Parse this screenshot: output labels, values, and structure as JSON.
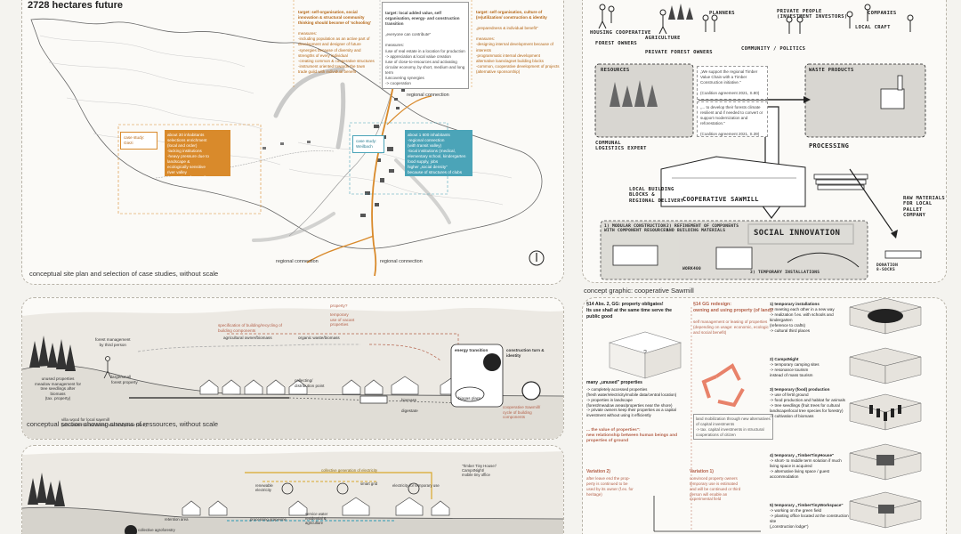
{
  "site_plan": {
    "title": "2728 hectares future",
    "col1_title": "target: self-organisation, social innovation & structural community thinking should become of 'schooling'",
    "col1_measures": "measures:\n-including population as an active part of development and designer of future\n-synergies because of diversity and strengths of every individual\n-creating common & cooperative structures\n-instrument oriented towards the town trade guild with individual benefit",
    "col2_title": "target: local added value, self organisation, energy- and construction transition",
    "col2_body": "„everyone can contribute\"\n\nmeasures:\n/use of real estate in a location for production -> appreciation & local value creation\n/use of close-to-resources and activating circular economy, by short, medium and long term\n/uncovering synergies\n-> cooperation",
    "col3_title": "target: self organisation, culture of (re)utilization/ construction & identity",
    "col3_body": "„preparedness & individual benefit\"\n\nmeasures:\n-designing internal development because of interests\n-programmatic internal development alternative loans/agnet building blocks\n-common, cooperative development of projects\n(alternative sponsorship)",
    "case1_title": "case study:\nGiezi",
    "case1_body": "about 30 inhabitants\nselections enrichment\n(local and order)\n-lacking institutions\n-heavy pressure due to landscape &\necologically sensitive\nriver valley\n(protection of ground)",
    "case2_title": "case study:\nWeilbach",
    "case2_body": "about 1 600 inhabitants\n-regional connection\n(with transit valley)\n-local institutions (medical, elementary school, kindergarten\nfood supply, jobs\nhigher „social density\"\nbecause of structures of clubs",
    "regional_connection": "regional connection",
    "caption": "conceptual site plan and selection of case studies, without scale"
  },
  "sawmill": {
    "labels": {
      "housing_cooperative": "HOUSING COOPERATIVE",
      "forest_owners": "FOREST OWNERS",
      "agriculture": "AGRICULTURE",
      "private_forest_owners": "PRIVATE FOREST OWNERS",
      "planners": "PLANNERS",
      "private_people": "PRIVATE PEOPLE\n(INVESTMENT INVESTORS)",
      "companies": "COMPANIES",
      "local_craft": "LOCAL CRAFT",
      "community_politics": "COMMUNITY / POLITICS",
      "resources": "RESOURCES",
      "waste_products": "WASTE PRODUCTS",
      "communal_logistics": "COMMUNAL\nLOGISTICS EXPERT",
      "processing": "PROCESSING",
      "local_building": "LOCAL BUILDING\nBLOCKS &\nREGIONAL DELIVERY",
      "cooperative_sawmill": "COOPERATIVE SAWMILL",
      "raw_materials": "RAW MATERIALS\nFOR LOCAL\nPALLET\nCOMPANY",
      "social_innovation": "SOCIAL INNOVATION",
      "module_construction": "1) MODULAR CONSTRUCTION\nWITH COMPONENT RESOURCES",
      "refinement": "2) REFINEMENT OF COMPONENTS\nAND BUILDING MATERIALS",
      "work400": "WORK400",
      "temp_installations": "3) TEMPORARY INSTALLATIONS",
      "donation": "DONATION\n8-SOCKS"
    },
    "quote1": "„We support the regional Timber Value Chain with a Timber Construction initiative.\"\n\n(Coalition agreement 2021, S.80)",
    "quote2": "„... to develop their forests climate resilient and if needed to convert or support modernization and reforestation.\"\n\n(Coalition agreement 2021, S.39)",
    "caption": "concept graphic: cooperative Sawmill"
  },
  "section1": {
    "labels": {
      "forest_mgmt": "forest management\nby third person",
      "unused": "unused properties\nmeadow management for\ntree seedlings after\nbiomass\n(tax. property)",
      "agri": "agricultural owner/biomass",
      "organic": "organic waste/biomass",
      "large_small": "large/small\nforest property",
      "wood_sawmill": "villa wood for local sawmill\n(use waste for combined heat and power plant)",
      "property": "property?",
      "temp_use": "temporary\nuse of vacant\nproperties",
      "spec": "specification of building/recycling of\nbuilding components",
      "energy": "energy transition",
      "construction": "construction turn &\nidentity",
      "collecting": "collecting/\ndistribution point",
      "biomass": "biomass",
      "digestate": "digestate",
      "biogas": "biogas plant",
      "sawmill": "cooperative Sawmill/\ncycle of building\ncomponents"
    },
    "caption": "conceptual section showing streams of ressources, without scale"
  },
  "section2": {
    "labels": {
      "renewable": "renewable\nelectricity",
      "collective": "collective generation of electricity",
      "smart_grid": "smart grid",
      "electricity_temp": "electricity for temporary use",
      "tiny": "'Timber Tiny House'/\nCamp4Night/\nmobile tiny office",
      "retention": "retention area",
      "processing": "processing grapevine",
      "service": "service water\nresidential &\nagriculture",
      "agro": "collective agroforestry"
    }
  },
  "property": {
    "head1": "§14 Abs. 2, GG: property obligates!\nIts use shall at the same time serve the public good",
    "head2": "§14 GG redesign:\nowning and using property (of land)!",
    "self_mgmt": "self management or leasing of properties (depending on usage: economic, ecologic and social benefit)",
    "unused_title": "many „unused\" properties",
    "unused_body": "-> completely accessed properties\n(fresh water/electricity/mobile data/central location)\n-> properties in landscape\n(forest/meadow areas/properties near the shore)\n-> private owners keep their properties as a capital investment without using it efficiently",
    "value_title": "... the value of properties\":\nnew relationship between human beings and properties of ground",
    "mobilization": "land mobilization through new alternatives of capital investments\n-> tax. capital investments in structural cooperations of citizen",
    "var2_title": "Variation 2)",
    "var2_body": "after leave end the prop-\nperty      is continued to be\nused by its owner (f.ex. for\nheritage)",
    "var1_title": "Variation 1)",
    "var1_body": "convinced property owners\ntemporary use is estimated\nand will be continued or third\nperson will enable an\nexperimental field",
    "steps": [
      {
        "title": "1) temporary installations",
        "body": "-> meeting each other in a new way\n-> realization f.ex. with schools and kindergarten\n(reference to crafts)\n-> cultural third places"
      },
      {
        "title": "2) Camp4Night",
        "body": "-> temporary camping sites\n-> resonance tourism\ninstead of mass tourism"
      },
      {
        "title": "3) temporary (food) production",
        "body": "-> use of fertil ground\n-> food production and habitat for animals\n-> tree seedlings (fruit trees for cultural landscape/local tree species for forestry)\n-> cultivation of biomass"
      },
      {
        "title": "4) temporary „TimberTinyHouse\"",
        "body": "-> short- to middle term solution if much living space is acquired\n-> alternative living space / guest accommodation"
      },
      {
        "title": "5) temporary „TimberTinyWorkspace\"",
        "body": "-> working on the green field\n-> planting office located at the construction site\n(„construction lodge\")"
      }
    ]
  },
  "colors": {
    "orange": "#d98a2b",
    "teal": "#4ba4b8",
    "dark": "#2a2a2a",
    "salmon": "#e8826a",
    "brown": "#b4614a"
  }
}
